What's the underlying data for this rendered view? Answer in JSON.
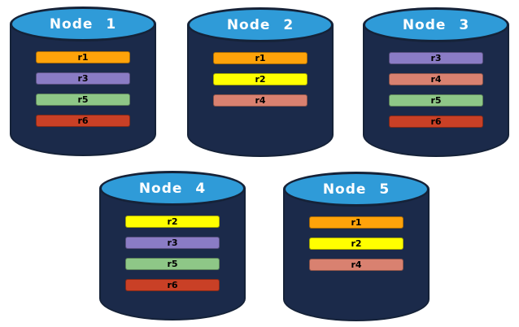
{
  "colors": {
    "background": "#ffffff",
    "cylinder_body": "#1b2a4a",
    "cylinder_outline": "#152238",
    "cylinder_top": "#2f9bd8",
    "node_label_text": "#ffffff",
    "bar_label_text": "#000000",
    "r1": "#ffa30a",
    "r2": "#ffff00",
    "r3": "#8a7cc5",
    "r4": "#d98170",
    "r5": "#8ec787",
    "r6": "#c94026"
  },
  "nodes": [
    {
      "label": "Node 1",
      "bars": [
        {
          "label": "r1",
          "color": "#ffa30a"
        },
        {
          "label": "r3",
          "color": "#8a7cc5"
        },
        {
          "label": "r5",
          "color": "#8ec787"
        },
        {
          "label": "r6",
          "color": "#c94026"
        }
      ]
    },
    {
      "label": "Node 2",
      "bars": [
        {
          "label": "r1",
          "color": "#ffa30a"
        },
        {
          "label": "r2",
          "color": "#ffff00"
        },
        {
          "label": "r4",
          "color": "#d98170"
        }
      ]
    },
    {
      "label": "Node 3",
      "bars": [
        {
          "label": "r3",
          "color": "#8a7cc5"
        },
        {
          "label": "r4",
          "color": "#d98170"
        },
        {
          "label": "r5",
          "color": "#8ec787"
        },
        {
          "label": "r6",
          "color": "#c94026"
        }
      ]
    },
    {
      "label": "Node 4",
      "bars": [
        {
          "label": "r2",
          "color": "#ffff00"
        },
        {
          "label": "r3",
          "color": "#8a7cc5"
        },
        {
          "label": "r5",
          "color": "#8ec787"
        },
        {
          "label": "r6",
          "color": "#c94026"
        }
      ]
    },
    {
      "label": "Node 5",
      "bars": [
        {
          "label": "r1",
          "color": "#ffa30a"
        },
        {
          "label": "r2",
          "color": "#ffff00"
        },
        {
          "label": "r4",
          "color": "#d98170"
        }
      ]
    }
  ]
}
